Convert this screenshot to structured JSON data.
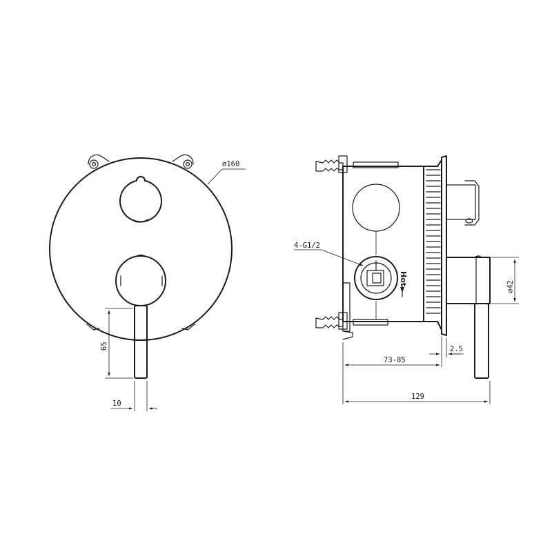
{
  "front_view": {
    "diameter_label": "⌀160",
    "lever_length_label": "65",
    "lever_width_label": "10"
  },
  "side_view": {
    "thread_label": "4-G1/2",
    "hot_label": "Hot",
    "handle_diameter_label": "⌀42",
    "plate_thickness_label": "2.5",
    "depth_range_label": "73-85",
    "total_depth_label": "129"
  }
}
